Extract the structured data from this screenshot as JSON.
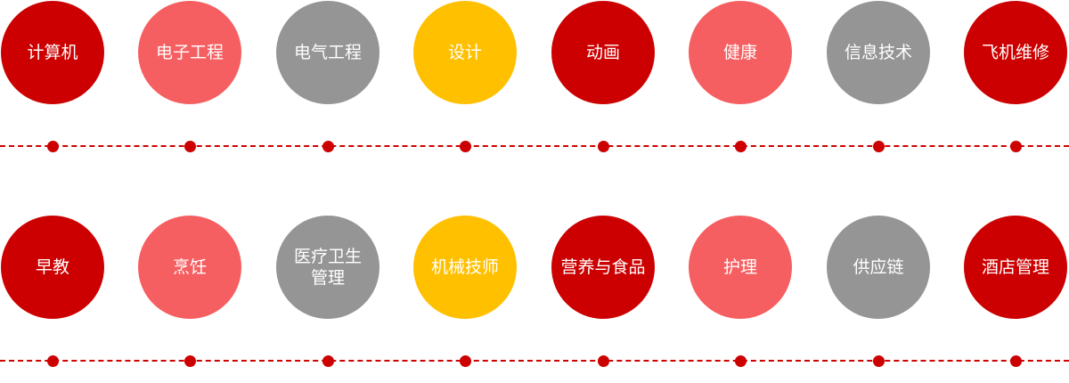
{
  "colors": {
    "red": "#cc0000",
    "salmon": "#f65f61",
    "gray": "#959595",
    "yellow": "#ffc000",
    "line": "#d00000"
  },
  "rows": [
    {
      "items": [
        {
          "label": "计算机",
          "color": "red"
        },
        {
          "label": "电子工程",
          "color": "salmon"
        },
        {
          "label": "电气工程",
          "color": "gray"
        },
        {
          "label": "设计",
          "color": "yellow"
        },
        {
          "label": "动画",
          "color": "red"
        },
        {
          "label": "健康",
          "color": "salmon"
        },
        {
          "label": "信息技术",
          "color": "gray"
        },
        {
          "label": "飞机维修",
          "color": "red"
        }
      ]
    },
    {
      "items": [
        {
          "label": "早教",
          "color": "red"
        },
        {
          "label": "烹饪",
          "color": "salmon"
        },
        {
          "label": "医疗卫生\n管理",
          "color": "gray"
        },
        {
          "label": "机械技师",
          "color": "yellow"
        },
        {
          "label": "营养与食品",
          "color": "red"
        },
        {
          "label": "护理",
          "color": "salmon"
        },
        {
          "label": "供应链",
          "color": "gray"
        },
        {
          "label": "酒店管理",
          "color": "red"
        }
      ]
    }
  ]
}
